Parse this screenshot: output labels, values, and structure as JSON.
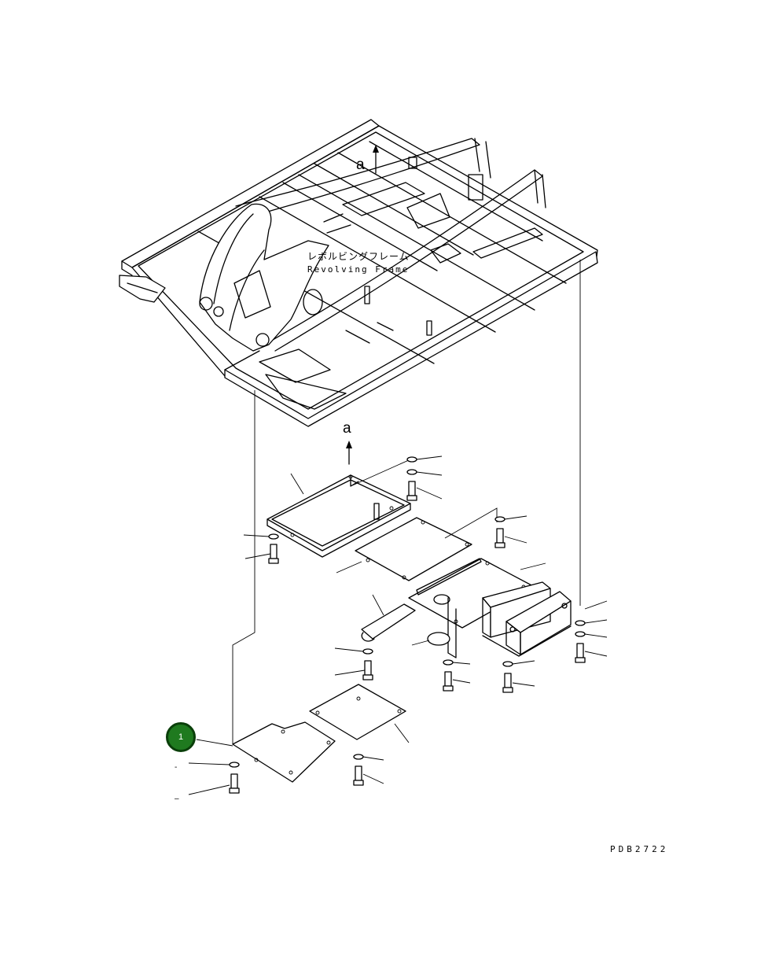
{
  "frame_label": {
    "japanese": "レボルビングフレーム",
    "english": "Revolving Frame"
  },
  "view_arrows": [
    "a",
    "a"
  ],
  "callout": {
    "number": "1",
    "color": "#1f7a1f"
  },
  "left_ref_dashes": [
    "-",
    "–"
  ],
  "drawing_code": "PDB2722"
}
